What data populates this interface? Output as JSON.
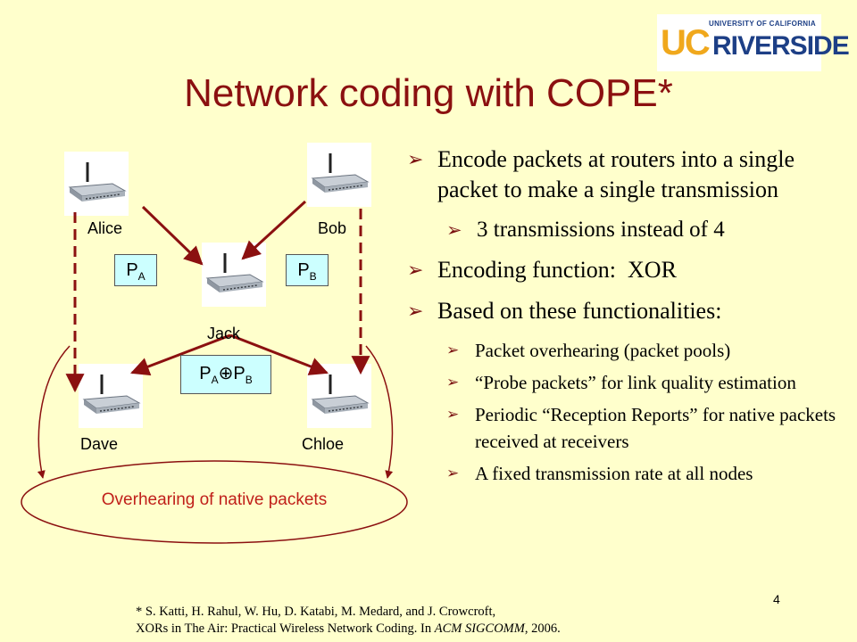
{
  "slide": {
    "title": "Network coding with COPE*",
    "page_number": "4",
    "logo": {
      "top_text": "UNIVERSITY OF CALIFORNIA",
      "uc": "UC",
      "rest": "RIVERSIDE"
    },
    "bullets": [
      {
        "level": 1,
        "text": "Encode packets at routers into a single packet to make a single transmission"
      },
      {
        "level": 2,
        "text": "3 transmissions instead of 4"
      },
      {
        "level": 1,
        "text": "Encoding function:  XOR"
      },
      {
        "level": 1,
        "text": "Based on these functionalities:"
      },
      {
        "level": 3,
        "text": "Packet overhearing (packet pools)"
      },
      {
        "level": 3,
        "text": "“Probe packets” for link quality estimation"
      },
      {
        "level": 3,
        "text": "Periodic “Reception Reports” for native packets received at receivers"
      },
      {
        "level": 3,
        "text": "A fixed transmission rate at all nodes"
      }
    ],
    "footnote": {
      "line1": "* S. Katti, H. Rahul, W. Hu, D. Katabi, M. Medard, and J. Crowcroft,",
      "line2_prefix": "XORs in The Air: Practical Wireless  Network Coding. In ",
      "line2_venue": "ACM SIGCOMM",
      "line2_suffix": ", 2006."
    }
  },
  "diagram": {
    "nodes": {
      "alice": "Alice",
      "bob": "Bob",
      "jack": "Jack",
      "dave": "Dave",
      "chloe": "Chloe"
    },
    "packets": {
      "pa": {
        "p": "P",
        "sub": "A"
      },
      "pb": {
        "p": "P",
        "sub": "B"
      },
      "xor": {
        "p1": "P",
        "sub1": "A",
        "op": "⊕",
        "p2": "P",
        "sub2": "B"
      }
    },
    "overhearing_label": "Overhearing of native packets"
  },
  "colors": {
    "title": "#8b1010",
    "arrow": "#8b1010",
    "accent_text": "#c0201a",
    "packet_box": "#ccffff",
    "background": "#ffffcc"
  }
}
